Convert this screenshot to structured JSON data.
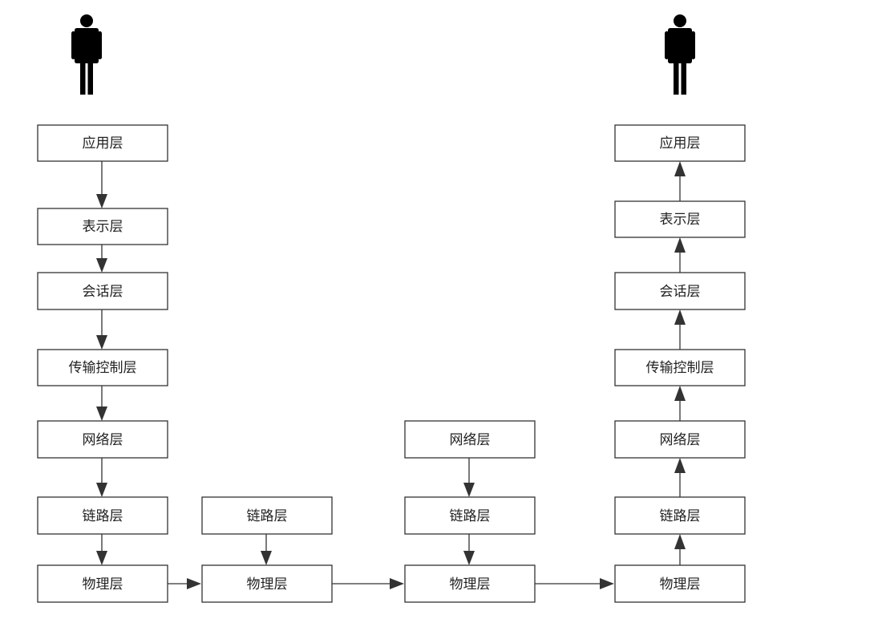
{
  "diagram": {
    "layers": {
      "application": "应用层",
      "presentation": "表示层",
      "session": "会话层",
      "transport": "传输控制层",
      "network": "网络层",
      "link": "链路层",
      "physical": "物理层"
    },
    "sender_stack": [
      "应用层",
      "表示层",
      "会话层",
      "传输控制层",
      "网络层",
      "链路层",
      "物理层"
    ],
    "switch_stack": [
      "链路层",
      "物理层"
    ],
    "router_stack": [
      "网络层",
      "链路层",
      "物理层"
    ],
    "receiver_stack": [
      "应用层",
      "表示层",
      "会话层",
      "传输控制层",
      "网络层",
      "链路层",
      "物理层"
    ],
    "icons": [
      "person-icon",
      "person-icon"
    ],
    "colors": {
      "stroke": "#333333",
      "arrow": "#333333",
      "person": "#000000",
      "background": "#ffffff"
    }
  }
}
